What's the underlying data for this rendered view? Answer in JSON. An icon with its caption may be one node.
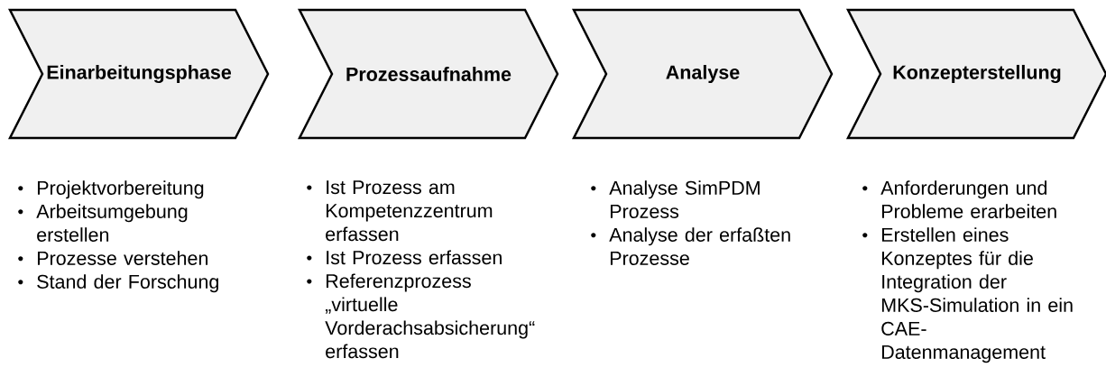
{
  "diagram": {
    "nodes": [
      {
        "text": [
          "Einarbeitungsphase"
        ],
        "beside": [
          "Projektvorbereitung",
          "Arbeitsumgebung erstellen",
          "Prozesse verstehen",
          "Stand der Forschung"
        ]
      },
      {
        "text": [
          "Prozessaufnahme"
        ],
        "beside": [
          "Ist Prozess am Kompetenzzentrum erfassen",
          "Ist Prozess erfassen",
          "Referenzprozess „virtuelle Vorderachsabsicherung“ erfassen"
        ]
      },
      {
        "text": [
          "Analyse"
        ],
        "beside": [
          "Analyse SimPDM Prozess",
          "Analyse der erfaßten Prozesse"
        ]
      },
      {
        "text": [
          "Konzepterstellung"
        ],
        "beside": [
          "Anforderungen und Probleme erarbeiten",
          "Erstellen eines Konzeptes für die Integration der MKS-Simulation in ein CAE-Datenmanagement"
        ]
      }
    ]
  }
}
